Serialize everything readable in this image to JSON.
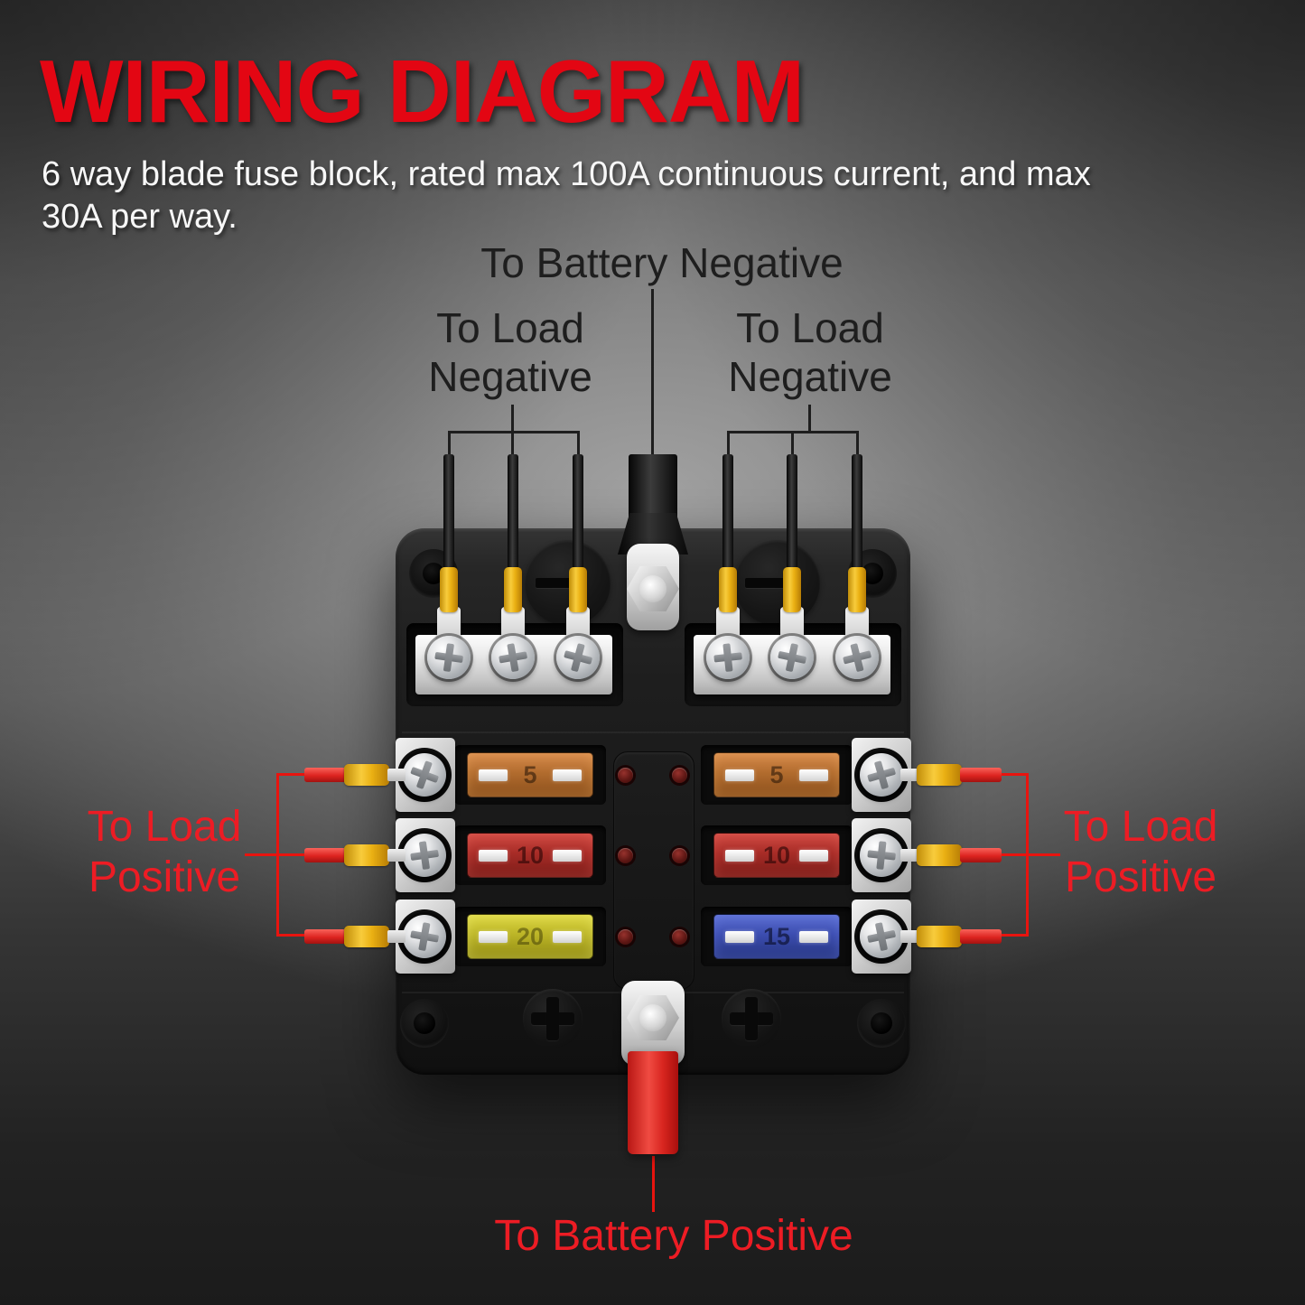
{
  "header": {
    "title": "WIRING DIAGRAM",
    "subtitle_line1": "6 way blade fuse block, rated max 100A continuous current, and max",
    "subtitle_line2": "30A per way."
  },
  "annotations": {
    "battery_negative": "To Battery Negative",
    "load_negative_left": [
      "To Load",
      "Negative"
    ],
    "load_negative_right": [
      "To Load",
      "Negative"
    ],
    "load_positive_left": [
      "To Load",
      "Positive"
    ],
    "load_positive_right": [
      "To Load",
      "Positive"
    ],
    "battery_positive": "To Battery Positive"
  },
  "fuse_block": {
    "description": "6 way blade fuse block with LED indicators",
    "fuses": [
      {
        "slot": "left-top",
        "amps": "5",
        "color": "amber"
      },
      {
        "slot": "left-middle",
        "amps": "10",
        "color": "red"
      },
      {
        "slot": "left-bottom",
        "amps": "20",
        "color": "yellow"
      },
      {
        "slot": "right-top",
        "amps": "5",
        "color": "amber"
      },
      {
        "slot": "right-middle",
        "amps": "10",
        "color": "red"
      },
      {
        "slot": "right-bottom",
        "amps": "15",
        "color": "blue"
      }
    ],
    "led_count": 6,
    "negative_wire_count": 6,
    "positive_wire_count": 6
  },
  "colors": {
    "title_red": "#e30613",
    "label_red": "#ed1c24",
    "annotation_line_red": "#e8140f",
    "annotation_line_black": "#1e1e1e",
    "subtitle_white": "#f7f7f7",
    "wire_red": "#dd2420",
    "ferrule_yellow": "#eab013",
    "fuse_amber": "#b26c2e",
    "fuse_red": "#a82c27",
    "fuse_yellow": "#bcb527",
    "fuse_blue": "#3c4db0"
  }
}
